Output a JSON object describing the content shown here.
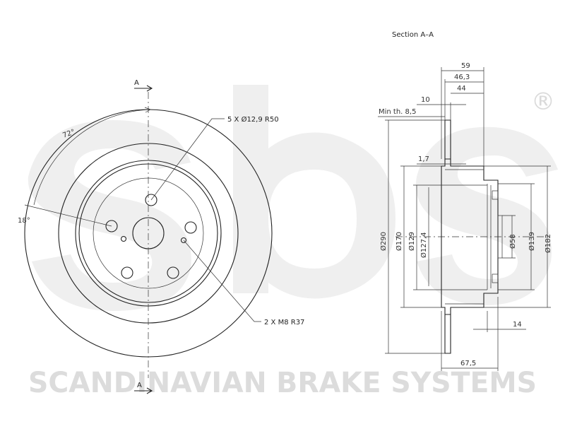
{
  "brand": {
    "watermark_text": "SCANDINAVIAN BRAKE SYSTEMS",
    "registered_mark": "®",
    "logo_word": "sbs"
  },
  "front_view": {
    "section_marker_top": "A",
    "section_marker_bottom": "A",
    "angle_72": "72°",
    "angle_18": "18°",
    "bolt_callout": "5 X Ø12,9 R50",
    "thread_callout": "2 X M8 R37"
  },
  "section_view": {
    "title": "Section A–A",
    "dims": {
      "d59": "59",
      "d46_3": "46,3",
      "d44": "44",
      "d10": "10",
      "min_th": "Min th. 8,5",
      "d1_7": "1,7",
      "d14": "14",
      "d67_5": "67,5",
      "dia290": "Ø290",
      "dia170": "Ø170",
      "dia129": "Ø129",
      "dia127_4": "Ø127,4",
      "dia58": "Ø58",
      "dia139": "Ø139",
      "dia182": "Ø182"
    }
  },
  "colors": {
    "line": "#222222",
    "watermark": "#dcdcdc"
  }
}
